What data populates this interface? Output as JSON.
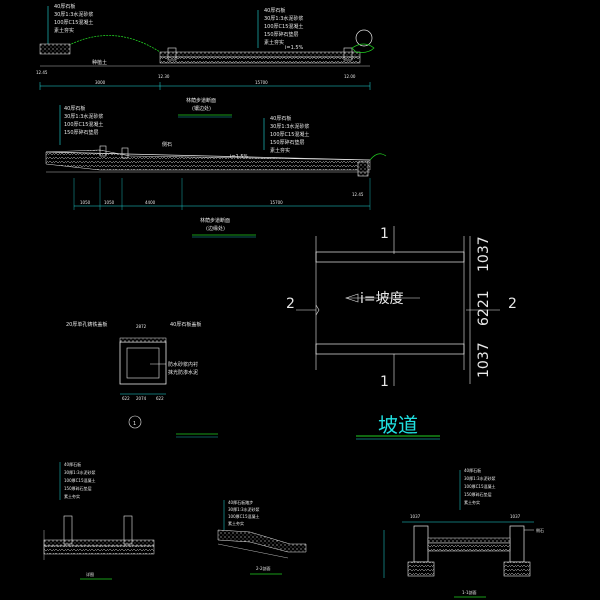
{
  "section_a": {
    "title": "林荫步道断面",
    "subtitle": "(镶边处)",
    "labels_left": [
      "40厚石板",
      "30厚1:3水泥砂浆",
      "100厚C15混凝土",
      "素土夯实"
    ],
    "labels_right": [
      "40厚石板",
      "30厚1:3水泥砂浆",
      "100厚C15混凝土",
      "150厚碎石垫层",
      "素土夯实"
    ],
    "callout_a": "种植土",
    "callout_b": "i=1.5%",
    "dims": [
      "3000",
      "15700"
    ],
    "levels": [
      "12.45",
      "12.30",
      "12.00"
    ]
  },
  "section_b": {
    "title": "林荫步道断面",
    "subtitle": "(边缘处)",
    "labels_left": [
      "40厚石板",
      "30厚1:3水泥砂浆",
      "100厚C15混凝土",
      "150厚碎石垫层"
    ],
    "labels_right": [
      "40厚石板",
      "30厚1:3水泥砂浆",
      "100厚C15混凝土",
      "150厚碎石垫层",
      "素土夯实"
    ],
    "callout": "侧石",
    "slope": "i=1.5%",
    "dims": [
      "1050",
      "1050",
      "4400",
      "15700"
    ],
    "levels": [
      "12.45"
    ]
  },
  "ramp": {
    "section_top": "1",
    "section_bottom": "1",
    "section_left": "2",
    "section_right": "2",
    "slope_label": "i=坡度",
    "dims": [
      "1037",
      "6221",
      "1037"
    ],
    "title": "坡道"
  },
  "drain": {
    "label_top": "20厚单孔铸铁盖板",
    "label_right": "40厚石板盖板",
    "inner_label_1": "防水砂浆内衬",
    "inner_label_2": "抹光防渗水泥",
    "dims_top": "2872",
    "dims_bottom": [
      "622",
      "2074",
      "622"
    ],
    "marker": "1"
  },
  "detail_1": {
    "labels": [
      "40厚石板",
      "30厚1:3水泥砂浆",
      "100厚C15混凝土",
      "150厚碎石垫层",
      "素土夯实"
    ],
    "title": "详图"
  },
  "detail_2": {
    "labels": [
      "40厚石板踏步",
      "30厚1:3水泥砂浆",
      "100厚C15混凝土",
      "素土夯实"
    ],
    "title": "2-2剖面"
  },
  "detail_3": {
    "labels": [
      "40厚石板",
      "30厚1:3水泥砂浆",
      "100厚C15混凝土",
      "150厚碎石垫层",
      "素土夯实"
    ],
    "callout": "侧石",
    "dims": [
      "1037",
      "1037"
    ],
    "title": "1-1剖面"
  },
  "colors": {
    "line": "#e8e8e8",
    "accent": "#20e0e0",
    "underline": "#22d022",
    "dims": "#20e0e0"
  }
}
